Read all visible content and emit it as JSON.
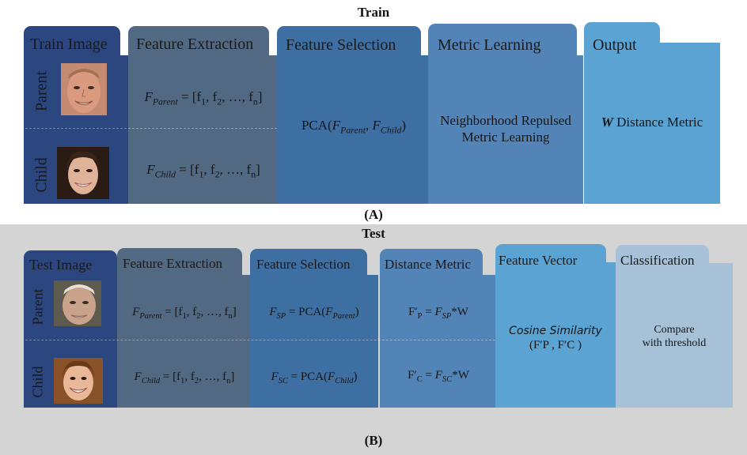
{
  "train": {
    "title": "Train",
    "headers": {
      "image": "Train Image",
      "extraction": "Feature Extraction",
      "selection": "Feature Selection",
      "metric": "Metric Learning",
      "output": "Output"
    },
    "rows": {
      "parent": "Parent",
      "child": "Child"
    },
    "extraction_parent": {
      "var": "F",
      "sub": "Parent",
      "rhs": " = [f",
      "tail": ", f",
      "dots": ", …, f",
      "end": "]"
    },
    "extraction_child": {
      "var": "F",
      "sub": "Child",
      "rhs": " = [f",
      "tail": ", f",
      "dots": ", …, f",
      "end": "]"
    },
    "selection_text": {
      "pre": "PCA(",
      "a_var": "F",
      "a_sub": "Parent",
      "sep": ", ",
      "b_var": "F",
      "b_sub": "Child",
      "post": ")"
    },
    "metric_line1": "Neighborhood Repulsed",
    "metric_line2": "Metric Learning",
    "output_var": "W",
    "output_text": " Distance Metric",
    "caption": "(A)"
  },
  "test": {
    "title": "Test",
    "headers": {
      "image": "Test Image",
      "extraction": "Feature Extraction",
      "selection": "Feature Selection",
      "distance": "Distance Metric",
      "vector": "Feature Vector",
      "classification": "Classification"
    },
    "rows": {
      "parent": "Parent",
      "child": "Child"
    },
    "selection_parent": {
      "var": "F",
      "sub": "SP",
      "eq": " = PCA(",
      "in_var": "F",
      "in_sub": "Parent",
      "post": ")"
    },
    "selection_child": {
      "var": "F",
      "sub": "SC",
      "eq": " = PCA(",
      "in_var": "F",
      "in_sub": "Child",
      "post": ")"
    },
    "distance_parent": {
      "var": "F′",
      "sub": "P",
      "eq": "  = ",
      "rv": "F",
      "rsub": "SP",
      "tail": "*W"
    },
    "distance_child": {
      "var": "F′",
      "sub": "C",
      "eq": "  = ",
      "rv": "F",
      "rsub": "SC",
      "tail": "*W"
    },
    "vector_line1": "Cosine Similarity",
    "vector_line2": "(F′P , F′C )",
    "class_line1": "Compare",
    "class_line2": "with threshold",
    "caption": "(B)"
  },
  "colors": {
    "image_col": "#2c4680",
    "extraction_col": "#516982",
    "selection_col": "#3d6fa3",
    "metric_col": "#5284b7",
    "output_col": "#5ba3d3",
    "class_col": "#a7c2d8",
    "test_bg": "#d4d4d4"
  }
}
